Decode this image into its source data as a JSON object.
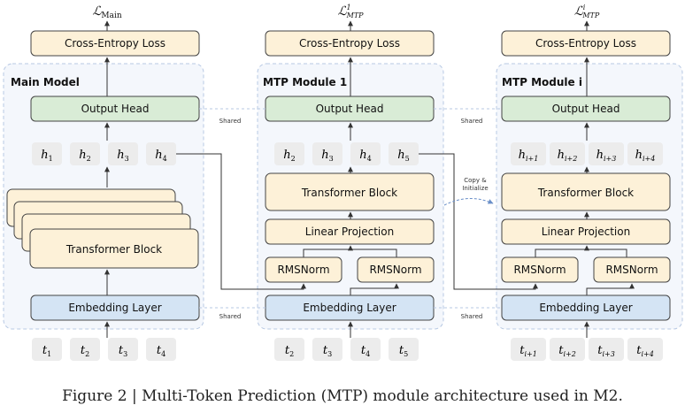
{
  "loss_labels": {
    "main": {
      "base": "ℒ",
      "sub": "Main",
      "sup": ""
    },
    "mtp1": {
      "base": "ℒ",
      "sub": "MTP",
      "sup": "1"
    },
    "mtpi": {
      "base": "ℒ",
      "sub": "MTP",
      "sup": "i"
    }
  },
  "cross_entropy_label": "Cross-Entropy Loss",
  "output_head_label": "Output Head",
  "transformer_block_label": "Transformer Block",
  "linear_projection_label": "Linear Projection",
  "rmsnorm_label": "RMSNorm",
  "embedding_layer_label": "Embedding Layer",
  "shared_label": "Shared",
  "copy_label": [
    "Copy &",
    "Initialize"
  ],
  "panels": {
    "main": {
      "title": "Main Model",
      "hidden": [
        {
          "b": "h",
          "s": "1"
        },
        {
          "b": "h",
          "s": "2"
        },
        {
          "b": "h",
          "s": "3"
        },
        {
          "b": "h",
          "s": "4"
        }
      ],
      "tokens": [
        {
          "b": "t",
          "s": "1"
        },
        {
          "b": "t",
          "s": "2"
        },
        {
          "b": "t",
          "s": "3"
        },
        {
          "b": "t",
          "s": "4"
        }
      ]
    },
    "mtp1": {
      "title": "MTP Module 1",
      "hidden": [
        {
          "b": "h",
          "s": "2"
        },
        {
          "b": "h",
          "s": "3"
        },
        {
          "b": "h",
          "s": "4"
        },
        {
          "b": "h",
          "s": "5"
        }
      ],
      "tokens": [
        {
          "b": "t",
          "s": "2"
        },
        {
          "b": "t",
          "s": "3"
        },
        {
          "b": "t",
          "s": "4"
        },
        {
          "b": "t",
          "s": "5"
        }
      ]
    },
    "mtpi": {
      "title": "MTP Module i",
      "hidden": [
        {
          "b": "h",
          "s": "i+1"
        },
        {
          "b": "h",
          "s": "i+2"
        },
        {
          "b": "h",
          "s": "i+3"
        },
        {
          "b": "h",
          "s": "i+4"
        }
      ],
      "tokens": [
        {
          "b": "t",
          "s": "i+1"
        },
        {
          "b": "t",
          "s": "i+2"
        },
        {
          "b": "t",
          "s": "i+3"
        },
        {
          "b": "t",
          "s": "i+4"
        }
      ]
    }
  },
  "caption": "Figure 2 | Multi-Token Prediction (MTP) module architecture used in M2.",
  "colors": {
    "loss": "#fdf1d8",
    "output_head": "#d9ecd6",
    "embedding": "#d4e4f4",
    "token": "#ececec",
    "panel": "#f4f7fc",
    "panel_border": "#b7c8e3"
  }
}
